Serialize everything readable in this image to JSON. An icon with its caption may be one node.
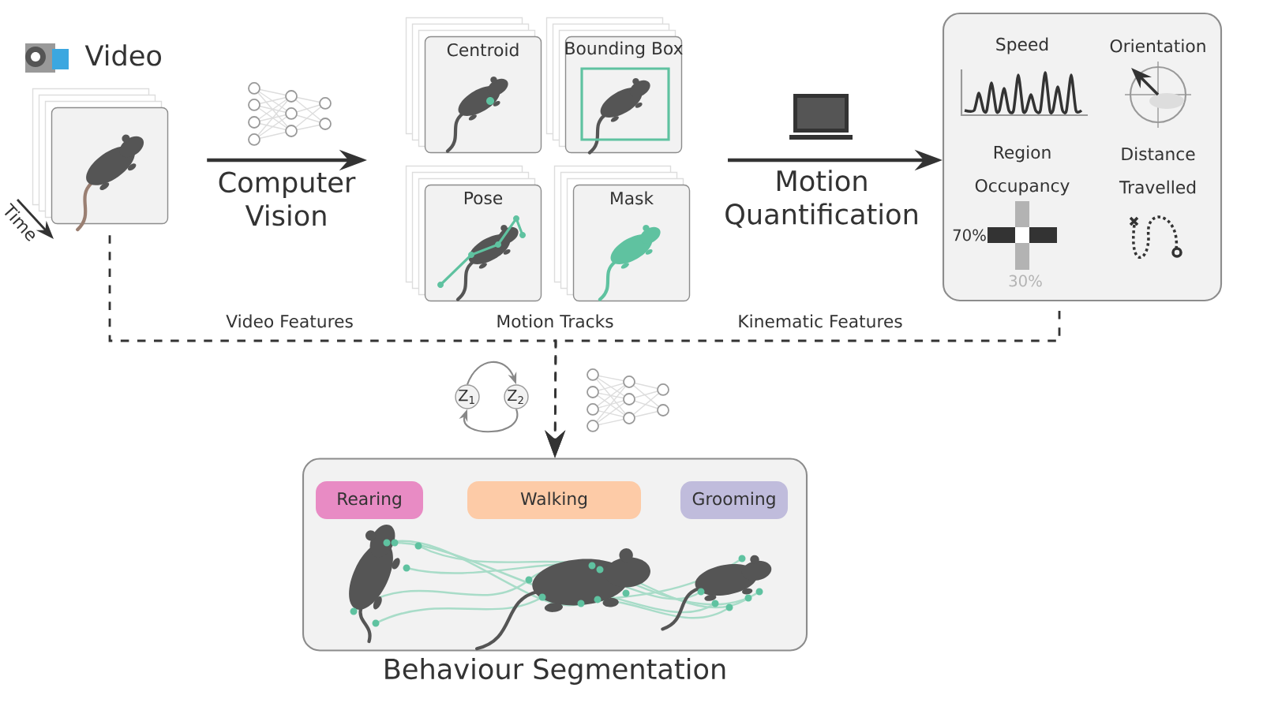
{
  "diagram": {
    "nodes": [
      {
        "text": [
          "Video"
        ]
      },
      {
        "text": [
          "Centroid"
        ]
      },
      {
        "text": [
          "Bounding Box"
        ]
      },
      {
        "text": [
          "Pose"
        ]
      },
      {
        "text": [
          "Mask"
        ]
      },
      {
        "text": [],
        "shape": "box"
      },
      {
        "text": [
          "Speed"
        ],
        "in": 5
      },
      {
        "text": [
          "Orientation"
        ],
        "in": 5
      },
      {
        "text": [
          "Region Occupancy"
        ],
        "in": 5
      },
      {
        "text": [
          "Distance Travelled"
        ],
        "in": 5
      },
      {
        "text": [
          "Behaviour Segmentation"
        ]
      },
      {
        "text": [
          "Rearing"
        ],
        "in": 10
      },
      {
        "text": [
          "Walking"
        ],
        "in": 10
      },
      {
        "text": [
          "Grooming"
        ],
        "in": 10
      },
      {
        "text": [
          "Z$_{1}$"
        ]
      },
      {
        "text": [
          "Z$_{2}$"
        ]
      }
    ],
    "edges": [
      {
        "from": 0,
        "to": null,
        "arrow": "to",
        "label": "Computer Vision"
      },
      {
        "from": null,
        "to": 5,
        "arrow": "to",
        "label": "Motion Quantification"
      },
      {
        "from": 0,
        "to": 10,
        "arrow": "to",
        "style": "dashed",
        "label": "Video Features"
      },
      {
        "from": 5,
        "to": 10,
        "arrow": "to",
        "style": "dashed",
        "label": "Kinematic Features"
      },
      {
        "from": 14,
        "to": 15,
        "arrow": "to",
        "color": "#888888"
      },
      {
        "from": 15,
        "to": 14,
        "arrow": "to",
        "color": "#888888"
      }
    ],
    "labels": [
      "Time",
      "70%",
      "30%",
      "Motion Tracks"
    ]
  }
}
